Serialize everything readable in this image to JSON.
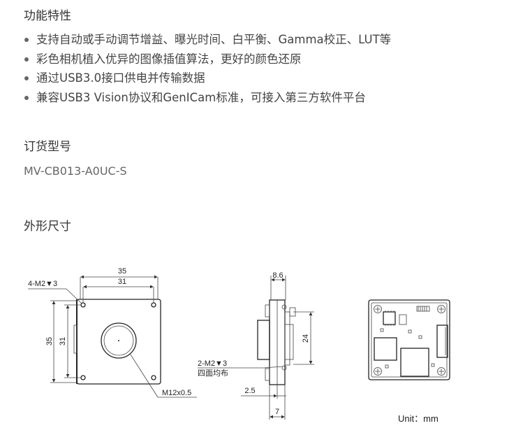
{
  "features": {
    "title": "功能特性",
    "items": [
      "支持自动或手动调节增益、曝光时间、白平衡、Gamma校正、LUT等",
      "彩色相机植入优异的图像插值算法，更好的颜色还原",
      "通过USB3.0接口供电并传输数据",
      "兼容USB3 Vision协议和GenICam标准，可接入第三方软件平台"
    ]
  },
  "order": {
    "title": "订货型号",
    "model": "MV-CB013-A0UC-S"
  },
  "dimensions": {
    "title": "外形尺寸",
    "front": {
      "width_outer": "35",
      "width_inner": "31",
      "height_outer": "35",
      "height_inner": "31",
      "holes": "4-M2▼3",
      "thread": "M12x0.5"
    },
    "side": {
      "depth": "8.6",
      "height": "24",
      "holes_line1": "2-M2▼3",
      "holes_line2": "四面均布",
      "offset": "2.5",
      "base": "7"
    },
    "unit": "Unit：mm"
  }
}
